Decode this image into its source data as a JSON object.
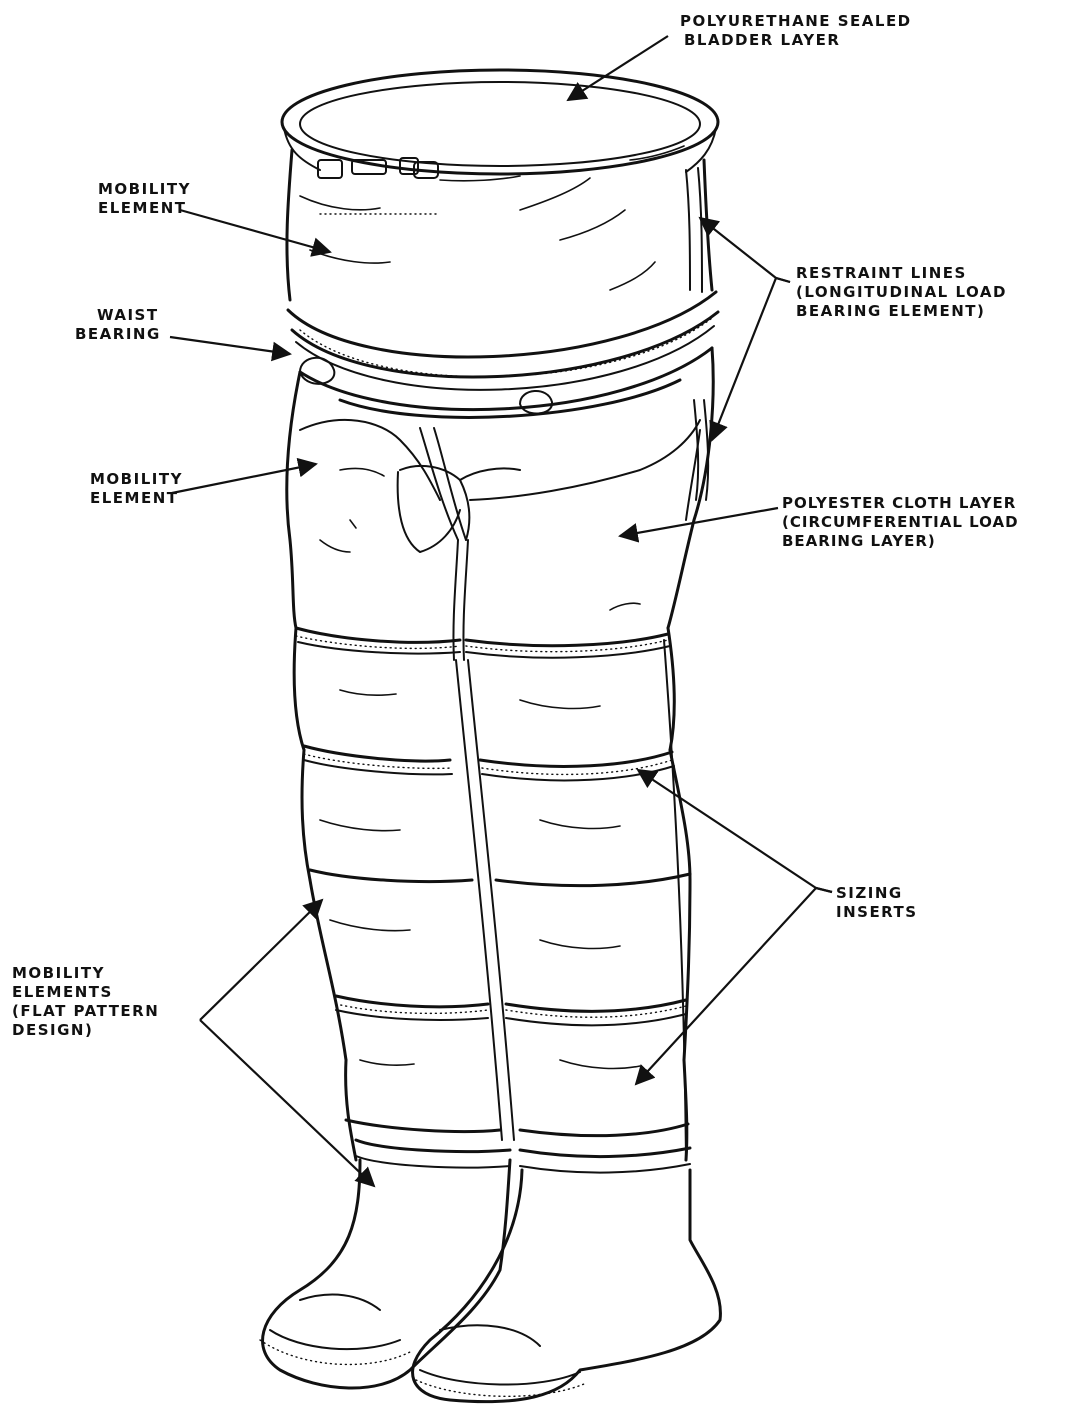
{
  "labels": {
    "bladder": [
      "POLYURETHANE SEALED",
      "BLADDER LAYER"
    ],
    "mobility_top": [
      "MOBILITY",
      "ELEMENT"
    ],
    "waist": [
      "WAIST",
      "BEARING"
    ],
    "mobility_mid": [
      "MOBILITY",
      "ELEMENT"
    ],
    "restraint": [
      "RESTRAINT LINES",
      "(LONGITUDINAL LOAD",
      "BEARING ELEMENT)"
    ],
    "polyester": [
      "POLYESTER CLOTH LAYER",
      "(CIRCUMFERENTIAL LOAD",
      "BEARING LAYER)"
    ],
    "sizing": [
      "SIZING",
      "INSERTS"
    ],
    "mobility_legs": [
      "MOBILITY",
      "ELEMENTS",
      "(FLAT PATTERN",
      "DESIGN)"
    ]
  },
  "colors": {
    "ink": "#111111",
    "paper": "#ffffff"
  }
}
